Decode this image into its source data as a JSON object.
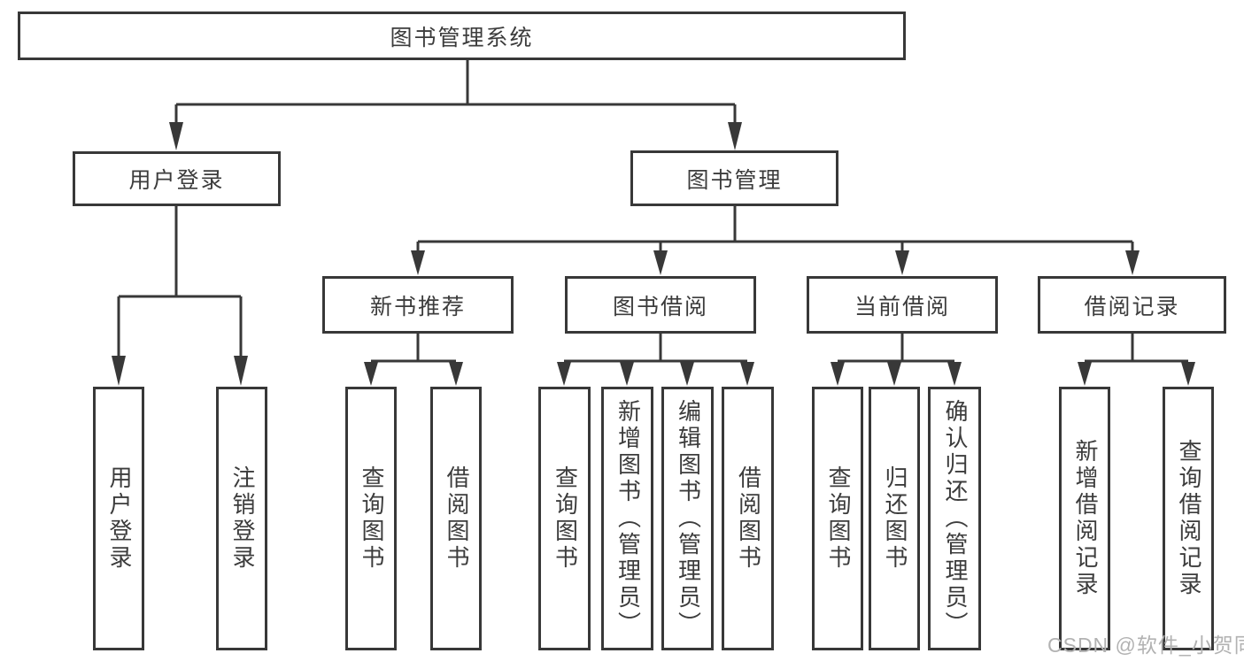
{
  "colors": {
    "line": "#383838",
    "node_border": "#383838",
    "node_text": "#3c3c3c",
    "watermark": "#b2b2b2",
    "background": "#ffffff"
  },
  "tree": {
    "root": {
      "label": "图书管理系统"
    },
    "children": [
      {
        "label": "用户登录",
        "children": [
          {
            "label": "用户登录"
          },
          {
            "label": "注销登录"
          }
        ]
      },
      {
        "label": "图书管理",
        "children": [
          {
            "label": "新书推荐",
            "children": [
              {
                "label": "查询图书"
              },
              {
                "label": "借阅图书"
              }
            ]
          },
          {
            "label": "图书借阅",
            "children": [
              {
                "label": "查询图书"
              },
              {
                "label": "新增图书（管理员）"
              },
              {
                "label": "编辑图书（管理员）"
              },
              {
                "label": "借阅图书"
              }
            ]
          },
          {
            "label": "当前借阅",
            "children": [
              {
                "label": "查询图书"
              },
              {
                "label": "归还图书"
              },
              {
                "label": "确认归还（管理员）"
              }
            ]
          },
          {
            "label": "借阅记录",
            "children": [
              {
                "label": "新增借阅记录"
              },
              {
                "label": "查询借阅记录"
              }
            ]
          }
        ]
      }
    ]
  },
  "watermark": {
    "text": "CSDN @软件_小贺同学"
  }
}
